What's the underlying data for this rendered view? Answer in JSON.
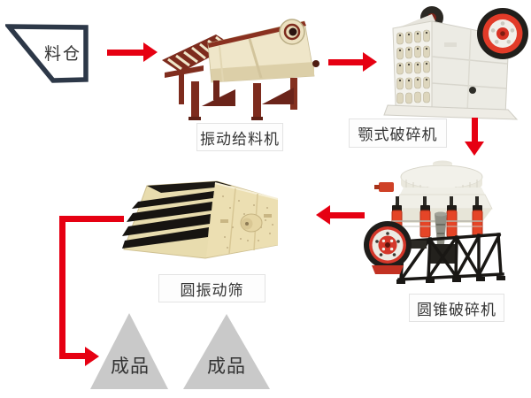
{
  "diagram": {
    "hopper": {
      "label": "料仓"
    },
    "machines": {
      "feeder": {
        "label": "振动给料机"
      },
      "jaw_crusher": {
        "label": "颚式破碎机"
      },
      "cone_crusher": {
        "label": "圆锥破碎机"
      },
      "vibrating_screen": {
        "label": "圆振动筛"
      }
    },
    "product_labels": [
      "成品",
      "成品"
    ],
    "colors": {
      "arrow": "#e60012",
      "hopper_outline": "#2d3848",
      "product_triangle": "#c9c9c9",
      "label_border": "#e3e3e3",
      "text": "#333333",
      "machine_cream": "#efe6c9",
      "machine_maroon": "#7d2b1d",
      "machine_red": "#e23b28",
      "machine_black": "#1f1d1a",
      "screen_beige": "#e8dcae"
    }
  }
}
